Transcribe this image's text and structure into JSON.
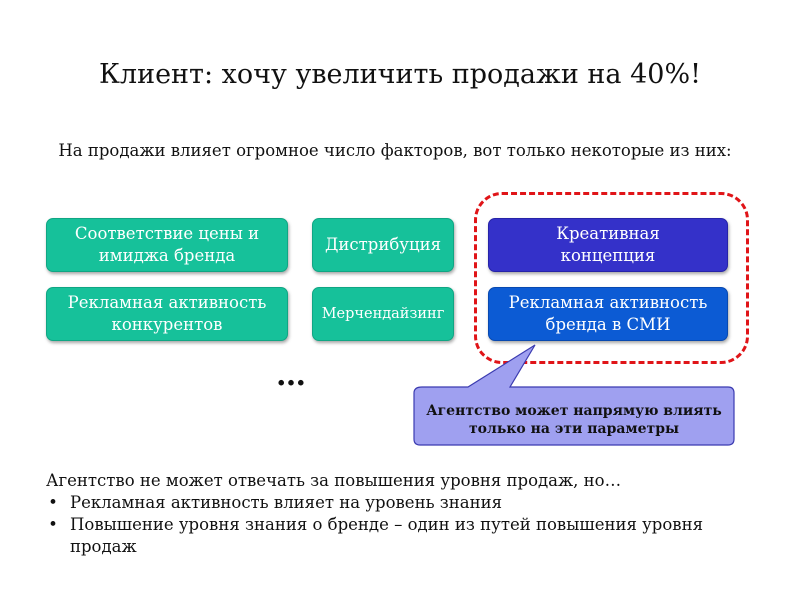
{
  "title": "Клиент: хочу увеличить продажи на 40%!",
  "subtitle": "На продажи влияет огромное число факторов, вот только некоторые из них:",
  "factors": [
    {
      "label": "Соответствие цены и имиджа бренда",
      "color": "#16c19a"
    },
    {
      "label": "Дистрибуция",
      "color": "#16c19a"
    },
    {
      "label": "Креативная концепция",
      "color": "#3431c9"
    },
    {
      "label": "Рекламная активность конкурентов",
      "color": "#16c19a"
    },
    {
      "label": "Мерчендайзинг",
      "color": "#16c19a"
    },
    {
      "label": "Рекламная активность бренда в СМИ",
      "color": "#0c5bd4"
    }
  ],
  "ellipsis": "…",
  "callout": {
    "text": "Агентство может напрямую влиять только на эти параметры",
    "fill": "#9fa0f0",
    "border": "#3b3bb0"
  },
  "highlight_color": "#e01418",
  "bottom": {
    "lead": "Агентство не может отвечать за повышения уровня продаж, но…",
    "bullet_symbol": "•",
    "bullets": [
      "Рекламная активность влияет на уровень знания",
      "Повышение уровня знания о бренде – один из путей повышения уровня продаж"
    ]
  }
}
